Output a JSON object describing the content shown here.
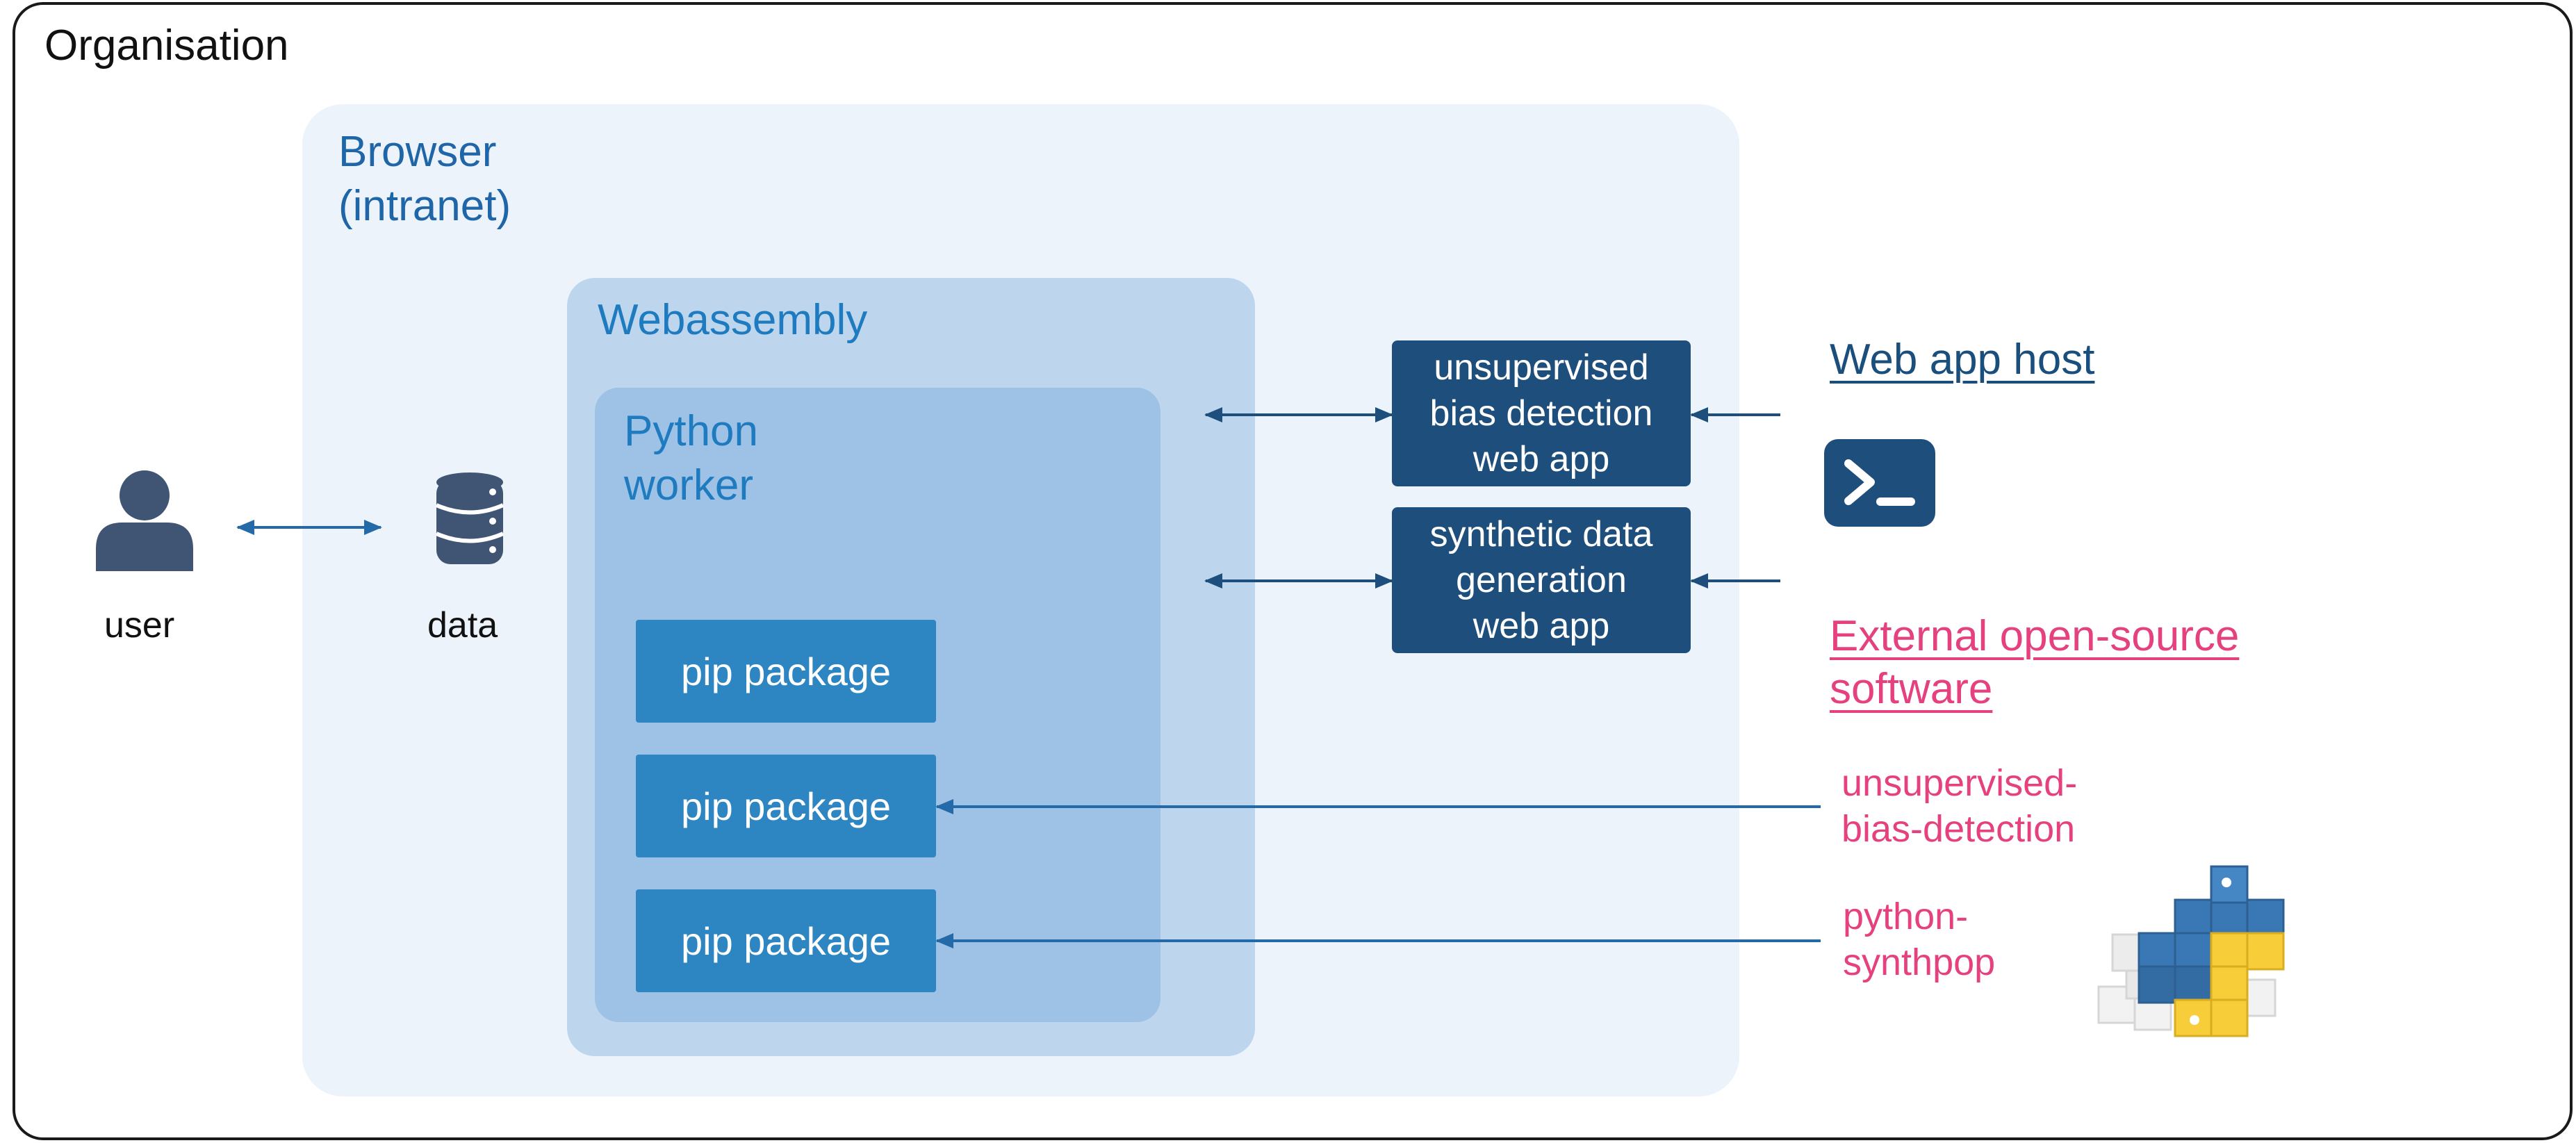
{
  "organisation": {
    "label": "Organisation"
  },
  "browser": {
    "label_line1": "Browser",
    "label_line2": "(intranet)"
  },
  "webassembly": {
    "label": "Webassembly"
  },
  "python_worker": {
    "label_line1": "Python",
    "label_line2": "worker",
    "packages": [
      {
        "label": "pip package"
      },
      {
        "label": "pip package"
      },
      {
        "label": "pip package"
      }
    ]
  },
  "actors": {
    "user": {
      "label": "user",
      "icon": "user-icon"
    },
    "data": {
      "label": "data",
      "icon": "database-icon"
    }
  },
  "web_apps": [
    {
      "line1": "unsupervised",
      "line2": "bias detection",
      "line3": "web app"
    },
    {
      "line1": "synthetic data",
      "line2": "generation",
      "line3": "web app"
    }
  ],
  "web_app_host": {
    "label": "Web app host",
    "icon": "terminal-icon"
  },
  "external": {
    "label_line1": "External open-source",
    "label_line2": "software",
    "icon": "python-blocks-icon",
    "packages": [
      {
        "line1": "unsupervised-",
        "line2": "bias-detection"
      },
      {
        "line1": "python-",
        "line2": "synthpop"
      }
    ]
  },
  "colors": {
    "dark_navy": "#1e4f7c",
    "pip_blue": "#2d86c2",
    "label_blue": "#1f7bc0",
    "accent_pink": "#e6417f",
    "python_yellow": "#f7cd3a",
    "icon_slate": "#3f5573",
    "arrow_blue": "#2469a8"
  }
}
